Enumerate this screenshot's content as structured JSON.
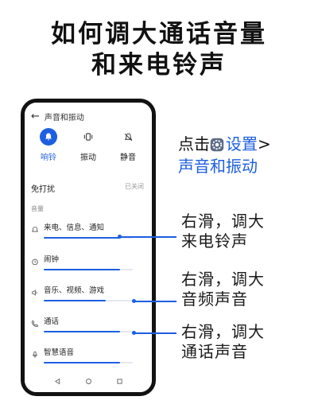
{
  "headline": {
    "line1": "如何调大通话音量",
    "line2": "和来电铃声"
  },
  "phone": {
    "header_title": "声音和振动",
    "modes": [
      {
        "label": "响铃",
        "icon": "bell-icon",
        "active": true
      },
      {
        "label": "振动",
        "icon": "vibrate-icon",
        "active": false
      },
      {
        "label": "静音",
        "icon": "bell-off-icon",
        "active": false
      }
    ],
    "dnd": {
      "label": "免打扰",
      "status": "已关闭"
    },
    "volume_section": "音量",
    "volume_rows": [
      {
        "label": "来电、信息、通知",
        "icon": "bell-icon",
        "level": 0.86
      },
      {
        "label": "闹钟",
        "icon": "alarm-clock-icon",
        "level": 0.86
      },
      {
        "label": "音乐、视频、游戏",
        "icon": "speaker-icon",
        "level": 0.7
      },
      {
        "label": "通话",
        "icon": "phone-icon",
        "level": 0.86
      },
      {
        "label": "智慧语音",
        "icon": "microphone-icon",
        "level": 0.86
      }
    ],
    "nav": [
      "back-icon",
      "home-icon",
      "recent-apps-icon"
    ]
  },
  "callouts": {
    "path_prefix": "点击",
    "path_settings": "设置",
    "path_sep": ">",
    "path_target": "声音和振动",
    "ring": {
      "line1": "右滑，调大",
      "line2": "来电铃声"
    },
    "media": {
      "line1": "右滑，调大",
      "line2": "音频声音"
    },
    "call": {
      "line1": "右滑，调大",
      "line2": "通话声音"
    }
  },
  "colors": {
    "accent": "#1d5fe0",
    "text": "#111111",
    "muted": "#999999"
  }
}
